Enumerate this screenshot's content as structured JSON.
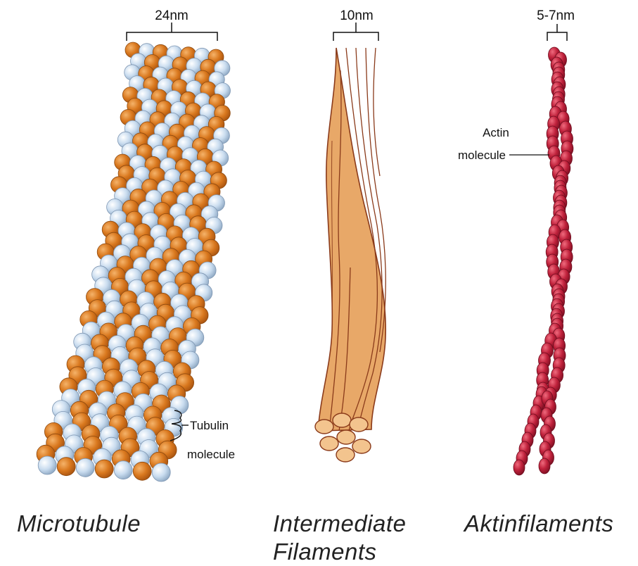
{
  "panels": {
    "microtubule": {
      "width_label": "24nm",
      "callout": [
        "Tubulin",
        "molecule"
      ],
      "caption": "Microtubule"
    },
    "intermediate": {
      "width_label": "10nm",
      "caption_line1": "Intermediate",
      "caption_line2": "Filaments"
    },
    "actin": {
      "width_label": "5-7nm",
      "callout": [
        "Actin",
        "molecule"
      ],
      "caption": "Aktinfilaments"
    }
  },
  "colors": {
    "tubulin_alpha": "#d9781e",
    "tubulin_beta": "#c9dcef",
    "intermediate_fiber": "#e8a868",
    "intermediate_outline": "#8a3a1a",
    "actin": "#c0223c"
  }
}
